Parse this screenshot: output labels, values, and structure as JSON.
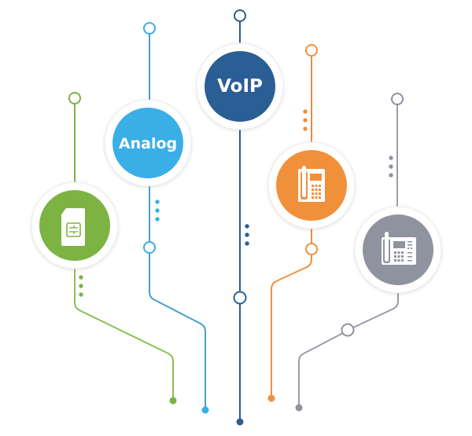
{
  "diagram": {
    "title": "",
    "nodes": [
      {
        "id": "sim",
        "label": "",
        "icon": "sim-card-icon",
        "color": "#7cb342"
      },
      {
        "id": "analog",
        "label": "Analog",
        "icon": "",
        "color": "#3aaee6"
      },
      {
        "id": "voip",
        "label": "VoIP",
        "icon": "",
        "color": "#2a5e94"
      },
      {
        "id": "desk-phone",
        "label": "",
        "icon": "desk-phone-icon",
        "color": "#f0903a"
      },
      {
        "id": "ip-phone",
        "label": "",
        "icon": "ip-desk-phone-icon",
        "color": "#8f929f"
      }
    ],
    "colors": {
      "green": "#7cb342",
      "blue": "#3aaee6",
      "navy": "#2a5e94",
      "orange": "#f0903a",
      "gray": "#8f929f",
      "ring_white": "#ffffff",
      "ring_border": "#e6e6e6"
    }
  }
}
